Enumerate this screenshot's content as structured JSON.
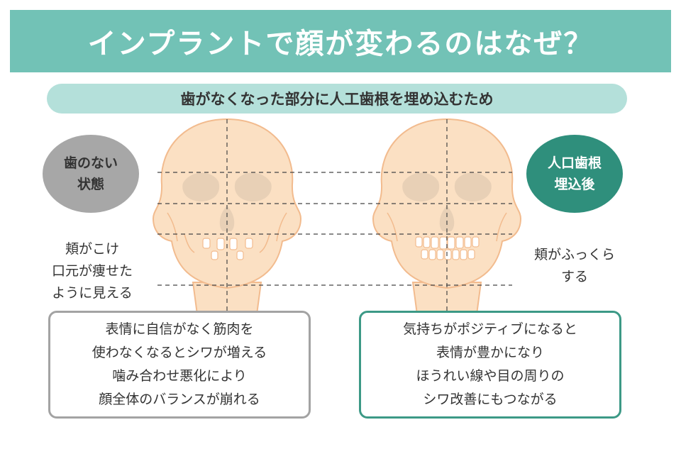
{
  "title": "インプラントで顔が変わるのはなぜ？",
  "subtitle": "歯がなくなった部分に人工歯根を埋め込むため",
  "left": {
    "badge_lines": [
      "歯のない",
      "状態"
    ],
    "effect_lines": [
      "頬がこけ",
      "口元が痩せた",
      "ように見える"
    ],
    "box_lines": [
      "表情に自信がなく筋肉を",
      "使わなくなるとシワが増える",
      "噛み合わせ悪化により",
      "顔全体のバランスが崩れる"
    ]
  },
  "right": {
    "badge_lines": [
      "人口歯根",
      "埋込後"
    ],
    "effect_lines": [
      "頬がふっくら",
      "する"
    ],
    "box_lines": [
      "気持ちがポジティブになると",
      "表情が豊かになり",
      "ほうれい線や目の周りの",
      "シワ改善にもつながる"
    ]
  },
  "colors": {
    "banner": "#72c2b6",
    "subbanner": "#b4e0da",
    "left_badge": "#a7a7a7",
    "right_badge": "#2f8f7c",
    "skull_fill": "#fbe0c3",
    "skull_outline": "#f2bb8e"
  }
}
